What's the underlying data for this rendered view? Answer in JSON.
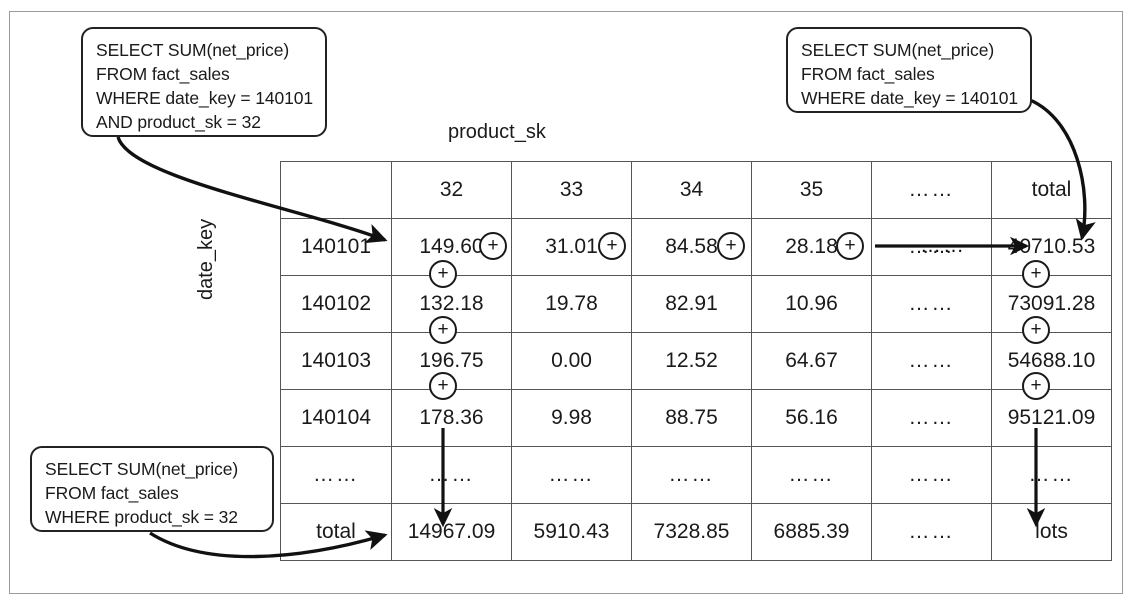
{
  "figure": {
    "row_axis_title": "date_key",
    "col_axis_title": "product_sk"
  },
  "callouts": {
    "cell_query": {
      "name": "cell-drilldown-query",
      "lines": [
        "SELECT SUM(net_price)",
        "FROM fact_sales",
        "WHERE date_key = 140101",
        "AND product_sk = 32"
      ]
    },
    "row_query": {
      "name": "row-total-query",
      "lines": [
        "SELECT SUM(net_price)",
        "FROM fact_sales",
        "WHERE date_key = 140101"
      ]
    },
    "column_query": {
      "name": "column-total-query",
      "lines": [
        "SELECT SUM(net_price)",
        "FROM fact_sales",
        "WHERE product_sk = 32"
      ]
    }
  },
  "table": {
    "corner": "",
    "column_headers": [
      "32",
      "33",
      "34",
      "35",
      "……",
      "total"
    ],
    "rows": [
      {
        "label": "140101",
        "values": [
          "149.60",
          "31.01",
          "84.58",
          "28.18",
          "……",
          "40710.53"
        ]
      },
      {
        "label": "140102",
        "values": [
          "132.18",
          "19.78",
          "82.91",
          "10.96",
          "……",
          "73091.28"
        ]
      },
      {
        "label": "140103",
        "values": [
          "196.75",
          "0.00",
          "12.52",
          "64.67",
          "……",
          "54688.10"
        ]
      },
      {
        "label": "140104",
        "values": [
          "178.36",
          "9.98",
          "88.75",
          "56.16",
          "……",
          "95121.09"
        ]
      },
      {
        "label": "……",
        "values": [
          "……",
          "……",
          "……",
          "……",
          "……",
          "……"
        ]
      },
      {
        "label": "total",
        "values": [
          "14967.09",
          "5910.43",
          "7328.85",
          "6885.39",
          "……",
          "lots"
        ]
      }
    ]
  },
  "operators": {
    "plus_symbol": "+",
    "horizontal_plus_count": 4,
    "vertical_plus_column_32_count": 3,
    "vertical_plus_total_count": 3
  },
  "colors": {
    "header_fill": "#eaeaea",
    "grid_line": "#555555",
    "frame": "#9a9a9a",
    "ink": "#1a1a1a"
  }
}
